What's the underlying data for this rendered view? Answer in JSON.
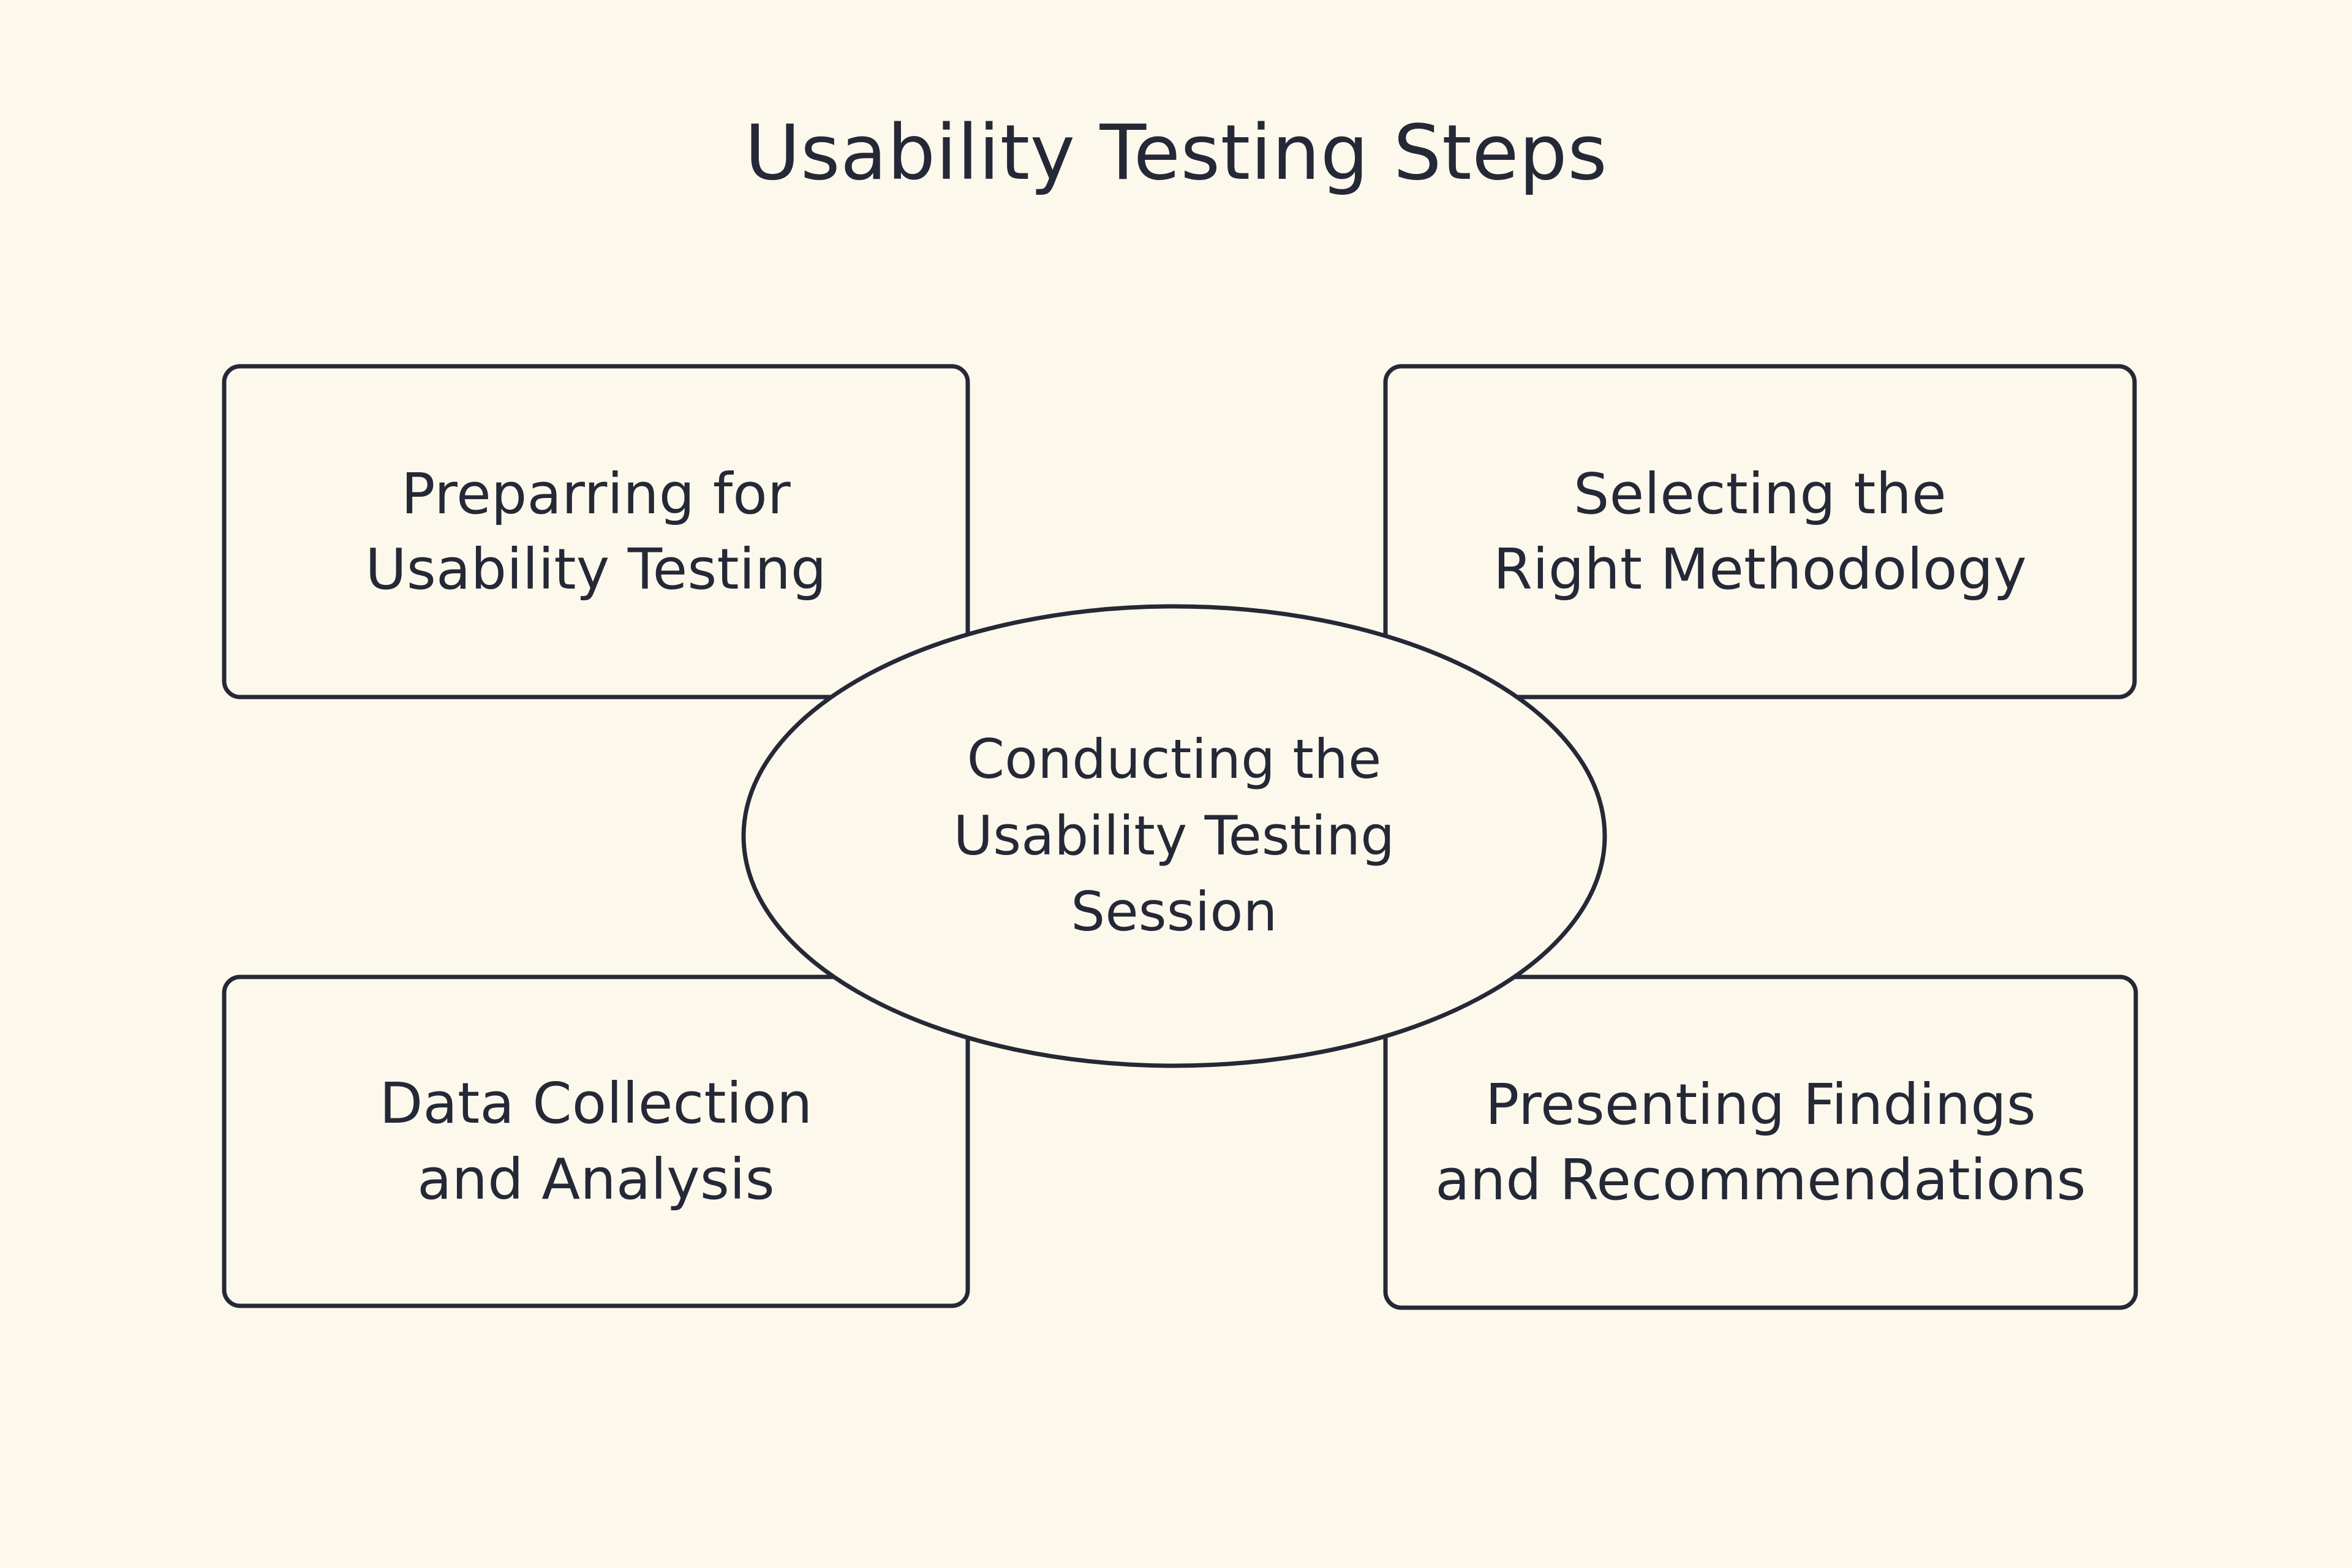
{
  "diagram": {
    "title": "Usability Testing Steps",
    "type": "hub-and-spoke",
    "background_color": "#FCF9EC",
    "stroke_color": "#252836",
    "text_color": "#252836",
    "center": {
      "shape": "ellipse",
      "name": "conducting-the-usability-testing-session",
      "lines": [
        "Conducting the",
        "Usability Testing",
        "Session"
      ]
    },
    "nodes": [
      {
        "position": "top-left",
        "shape": "rounded-rectangle",
        "name": "preparring-for-usability-testing",
        "lines": [
          "Preparring for",
          "Usability Testing"
        ]
      },
      {
        "position": "top-right",
        "shape": "rounded-rectangle",
        "name": "selecting-the-right-methodology",
        "lines": [
          "Selecting the",
          "Right Methodology"
        ]
      },
      {
        "position": "bottom-left",
        "shape": "rounded-rectangle",
        "name": "data-collection-and-analysis",
        "lines": [
          "Data Collection",
          "and Analysis"
        ]
      },
      {
        "position": "bottom-right",
        "shape": "rounded-rectangle",
        "name": "presenting-findings-and-recommendations",
        "lines": [
          "Presenting Findings",
          "and Recommendations"
        ]
      }
    ]
  }
}
